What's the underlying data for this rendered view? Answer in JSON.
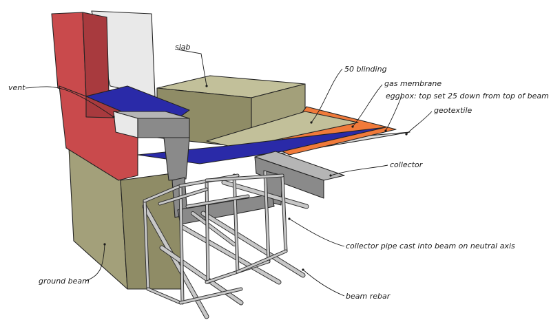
{
  "labels": {
    "slab": "slab",
    "vent": "vent",
    "blinding": "50 blinding",
    "gas_membrane": "gas membrane",
    "eggbox": "eggbox: top set 25 down from top of beam",
    "geotextile": "geotextile",
    "collector": "collector",
    "collector_pipe": "collector pipe cast into beam on neutral axis",
    "ground_beam": "ground beam",
    "beam_rebar": "beam rebar"
  },
  "colors": {
    "brick": "#c94a4c",
    "brick_dark": "#a83a3e",
    "concrete_top": "#c2c09a",
    "concrete_front": "#8f8c66",
    "concrete_side": "#a3a07a",
    "membrane": "#2a2aa8",
    "eggbox": "#f07a3a",
    "geotextile": "#d8d8d8",
    "steel": "#8a8a8a",
    "steel_light": "#b5b5b5",
    "rebar": "#c8c8c8",
    "render": "#e9e9e9"
  }
}
